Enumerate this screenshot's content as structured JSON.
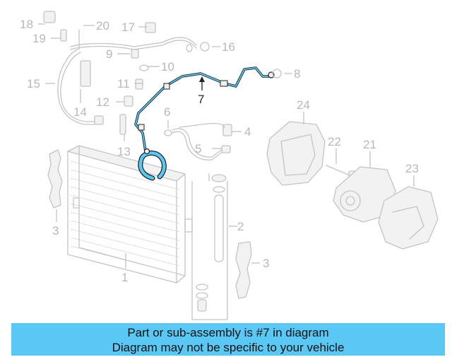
{
  "diagram": {
    "highlight_color": "#5ac8f5",
    "line_color": "#c4c4c4",
    "callouts": {
      "c1": "1",
      "c2": "2",
      "c3a": "3",
      "c3b": "3",
      "c4": "4",
      "c5": "5",
      "c6": "6",
      "c7": "7",
      "c9": "9",
      "c10": "10",
      "c11": "11",
      "c12": "12",
      "c13": "13",
      "c14": "14",
      "c15": "15",
      "c16": "16",
      "c17": "17",
      "c18": "18",
      "c19": "19",
      "c20": "20",
      "c21": "21",
      "c22": "22",
      "c23": "23",
      "c24": "24",
      "c8": "8"
    }
  },
  "banner": {
    "line1": "Part or sub-assembly is #7 in diagram",
    "line2": "Diagram may not be specific to your vehicle",
    "background": "#5ac8f5"
  }
}
